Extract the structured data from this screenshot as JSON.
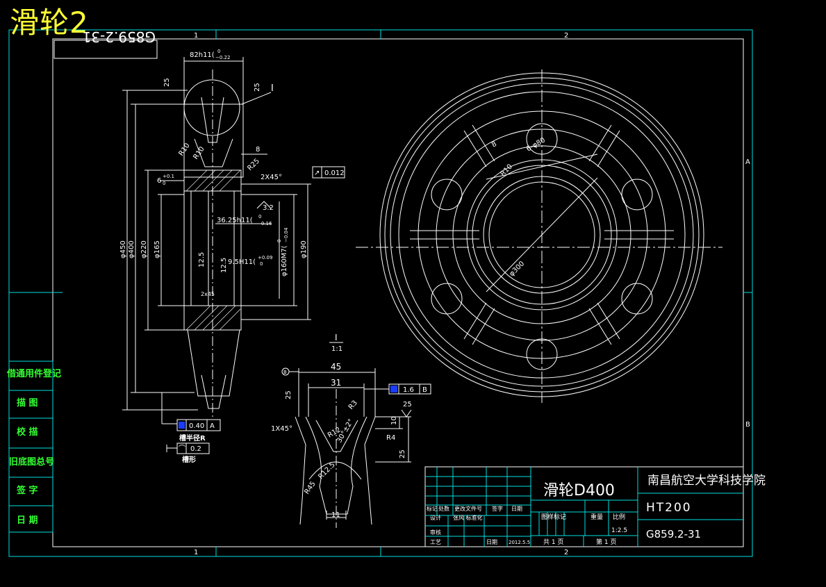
{
  "sheet_title": "滑轮2",
  "zone_labels": {
    "top_1": "1",
    "top_2": "2",
    "bottom_1": "1",
    "bottom_2": "2",
    "right_a": "A",
    "right_b": "B"
  },
  "rotated_code": "G859.2-31",
  "section_view": {
    "width_dim": "82h11(",
    "width_tol_upper": "0",
    "width_tol_lower": "−0.22",
    "rough_25_a": "25",
    "rough_25_b": "25",
    "detail_ref": "I",
    "dim_8": "8",
    "r10": "R10",
    "r10b": "R10",
    "chamfer": "2X45°",
    "r25": "R25",
    "key_dim": "6",
    "key_tol_upper": "+0.1",
    "key_tol_lower": "0",
    "runout_val": "0.012",
    "rough_32": "3.2",
    "hub_dim": "36.25h11(",
    "hub_tol_upper": "0",
    "hub_tol_lower": "−0.16",
    "rough_125": "12.5",
    "rough_125b": "12.5",
    "groove_dim": "9.5H11(",
    "groove_tol_upper": "+0.09",
    "groove_tol_lower": "0",
    "d450": "φ450",
    "d400": "φ400",
    "d220": "φ220",
    "d165": "φ165",
    "d160": "φ160M7(",
    "d160_tol_upper": "0",
    "d160_tol_lower": "−0.04",
    "d190": "φ190",
    "chamfer2": "2x45",
    "tol_box_val": "0.40",
    "tol_box_ref": "A",
    "label_radius": "槽半径R",
    "shape_val": "0.2",
    "label_shape": "槽形"
  },
  "plan_view": {
    "d300": "φ300",
    "dim_8": "8",
    "d80": "6-φ80",
    "r10": "R10"
  },
  "detail_view": {
    "label_top": "I",
    "label_scale": "1:1",
    "datum": "B",
    "dim_45": "45",
    "dim_31": "31",
    "tol_val": "1.6",
    "tol_ref": "B",
    "rough_25a": "25",
    "rough_25b": "25",
    "chamfer": "1X45°",
    "r3": "R3",
    "r12": "R12",
    "angle": "30°±2°",
    "r4": "R4",
    "dim_10": "10",
    "dim_25": "25",
    "r12b": "R12.5",
    "r45": "R45",
    "dim_11": "11"
  },
  "side_table": [
    "借通用件登记",
    "描 图",
    "校 描",
    "旧底图总号",
    "签 字",
    "日 期"
  ],
  "title_block": {
    "part_name": "滑轮D400",
    "school": "南昌航空大学科技学院",
    "material": "HT200",
    "drawing_no": "G859.2-31",
    "headers": [
      "标记",
      "处数",
      "更改文件号",
      "签字",
      "日期"
    ],
    "design_label": "设计",
    "design_name": "张风 标准化",
    "review_label": "审核",
    "process_label": "工艺",
    "date_label": "日期",
    "date_value": "2012.5.5",
    "stage_label": "图样标记",
    "weight_label": "重量",
    "scale_label": "比例",
    "scale_value": "1:2.5",
    "sheets_total": "共 1 页",
    "sheet_no": "第 1 页"
  }
}
